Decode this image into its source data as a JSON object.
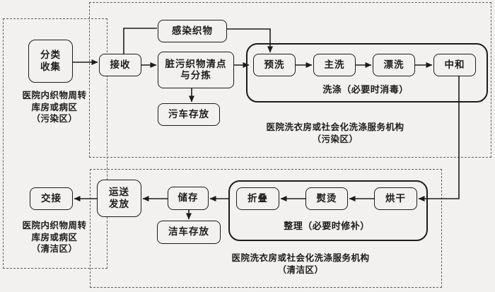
{
  "diagram": {
    "type": "flowchart",
    "colors": {
      "background": "#f2f1ef",
      "line": "#1c1c1c",
      "dashed_border": "#5f5f5f"
    },
    "zones": {
      "ward_top_label": [
        "医院内织物周转",
        "库房或病区",
        "（污染区）"
      ],
      "ward_bottom_label": [
        "医院内织物周转",
        "库房或病区",
        "（清洁区）"
      ],
      "laundry_top_label": [
        "医院洗衣房或社会化洗涤服务机构",
        "（污染区）"
      ],
      "laundry_bottom_label": [
        "医院洗衣房或社会化洗涤服务机构",
        "（清洁区）"
      ]
    },
    "groups": {
      "washing_label": "洗涤（必要时消毒）",
      "finishing_label": "整理（必要时修补）"
    },
    "nodes": {
      "classify_collect": [
        "分类",
        "收集"
      ],
      "receive": "接收",
      "infected_fabric": "感染织物",
      "sort_count": [
        "脏污织物清点",
        "与分拣"
      ],
      "dirty_cart_storage": "污车存放",
      "prewash": "预洗",
      "main_wash": "主洗",
      "rinse": "漂洗",
      "neutralize": "中和",
      "handover": "交接",
      "transport_issue": [
        "运送",
        "发放"
      ],
      "storage": "储存",
      "clean_cart_storage": "洁车存放",
      "fold": "折叠",
      "iron": "熨烫",
      "dry": "烘干"
    }
  }
}
